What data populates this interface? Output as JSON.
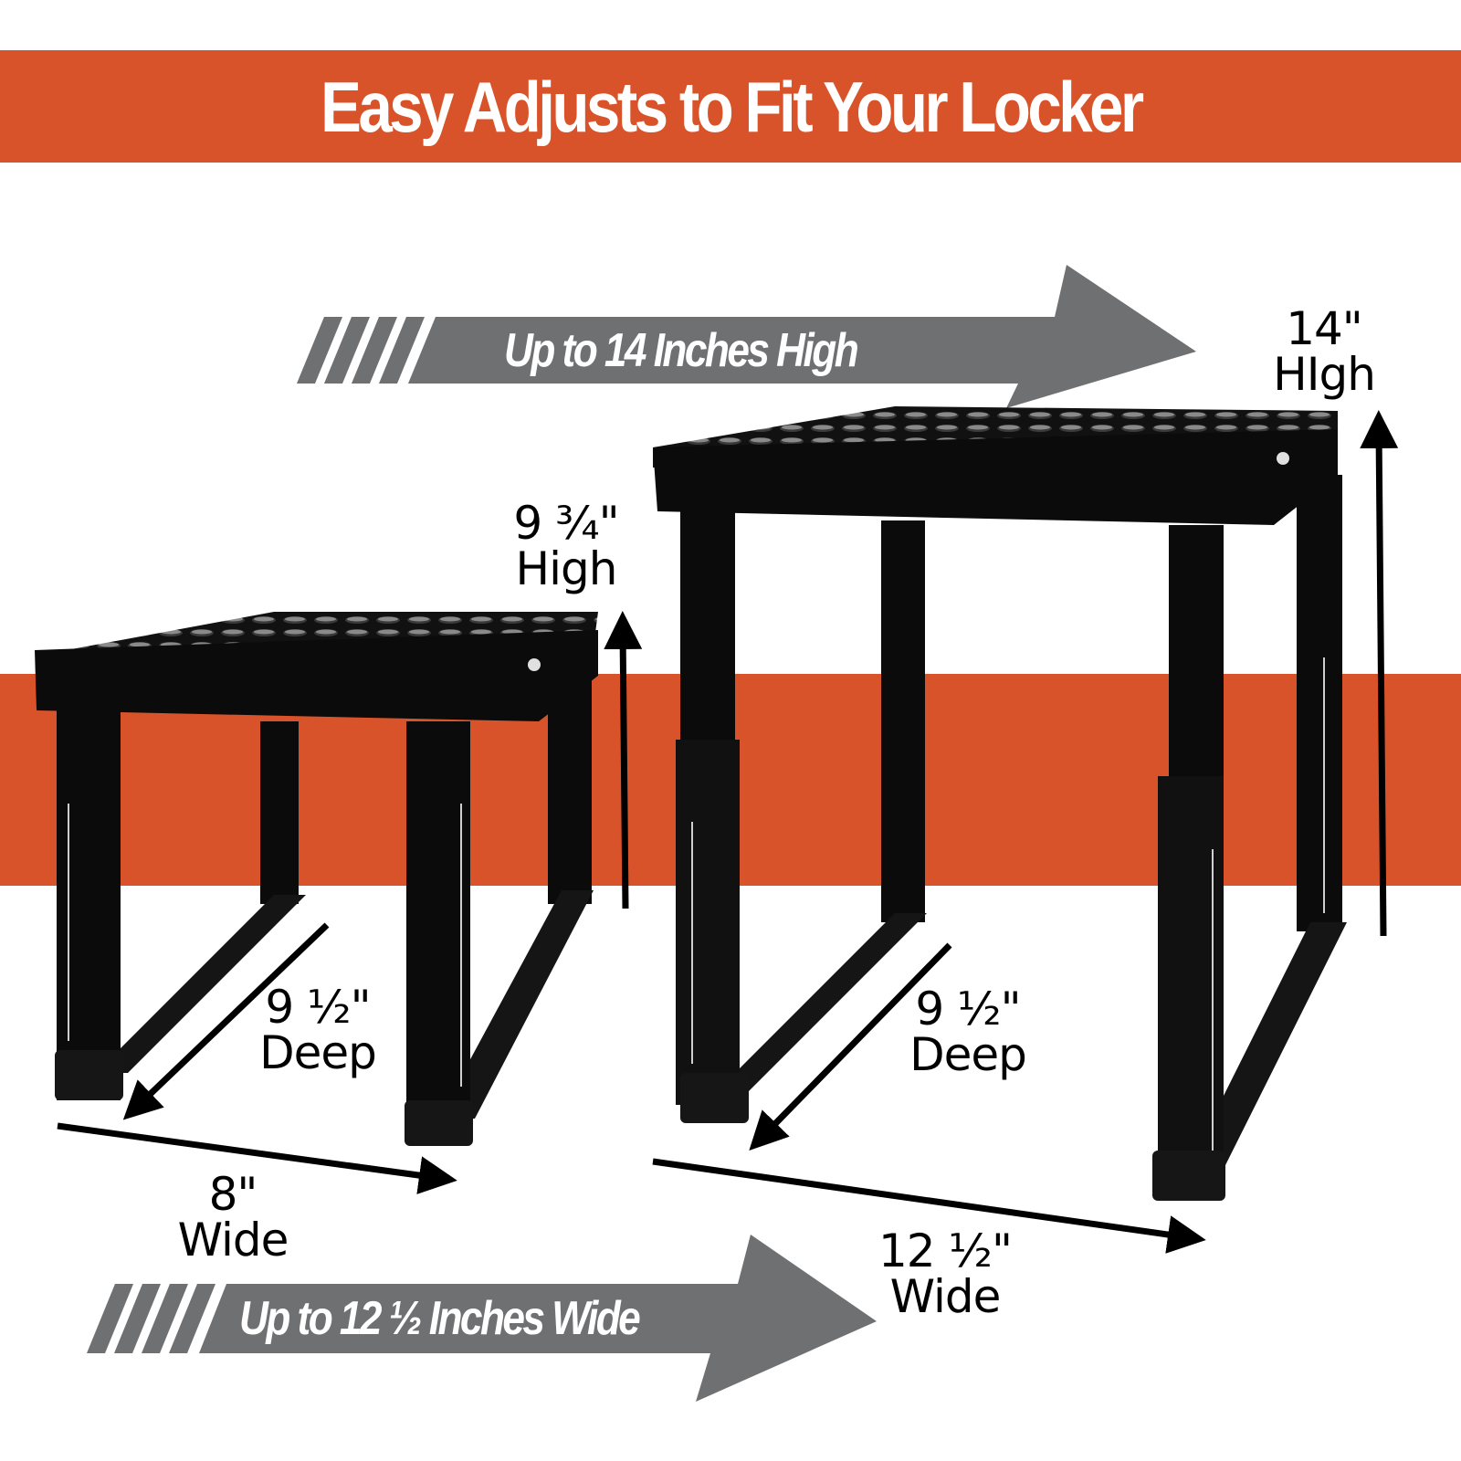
{
  "colors": {
    "brand_orange": "#D9532A",
    "arrow_gray": "#6F7072",
    "shelf_black": "#0B0B0B",
    "background": "#FFFFFF"
  },
  "header": {
    "title": "Easy Adjusts to Fit Your Locker"
  },
  "banners": {
    "height_banner": {
      "text": "Up to 14 Inches High",
      "icon": "right-arrow-icon"
    },
    "width_banner": {
      "text": "Up to 12 ½ Inches Wide",
      "icon": "right-arrow-icon"
    }
  },
  "small_shelf": {
    "height": {
      "value": "9 ¾\"",
      "label": "High"
    },
    "depth": {
      "value": "9 ½\"",
      "label": "Deep"
    },
    "width": {
      "value": "8\"",
      "label": "Wide"
    }
  },
  "large_shelf": {
    "height": {
      "value": "14\"",
      "label": "HIgh"
    },
    "depth": {
      "value": "9 ½\"",
      "label": "Deep"
    },
    "width": {
      "value": "12 ½\"",
      "label": "Wide"
    }
  }
}
